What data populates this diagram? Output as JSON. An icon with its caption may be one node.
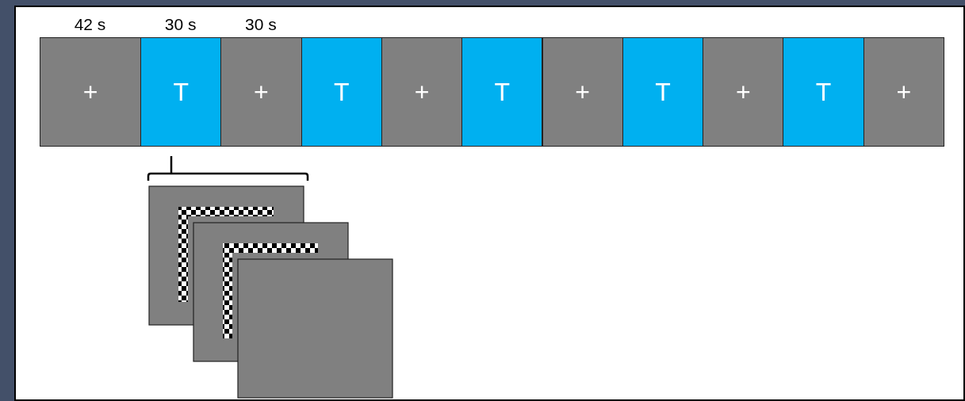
{
  "diagram": {
    "nodes": [
      {
        "text": [
          "+"
        ],
        "beside": [
          "42 s"
        ]
      },
      {
        "text": [
          "T"
        ],
        "beside": [
          "30 s"
        ]
      },
      {
        "text": [
          "+"
        ],
        "beside": [
          "30 s"
        ]
      },
      {
        "text": [
          "T"
        ]
      },
      {
        "text": [
          "+"
        ]
      },
      {
        "text": [
          "T"
        ]
      },
      {
        "text": [
          "+"
        ]
      },
      {
        "text": [
          "T"
        ]
      },
      {
        "text": [
          "+"
        ]
      },
      {
        "text": [
          "T"
        ]
      },
      {
        "text": [
          "+"
        ]
      }
    ]
  }
}
